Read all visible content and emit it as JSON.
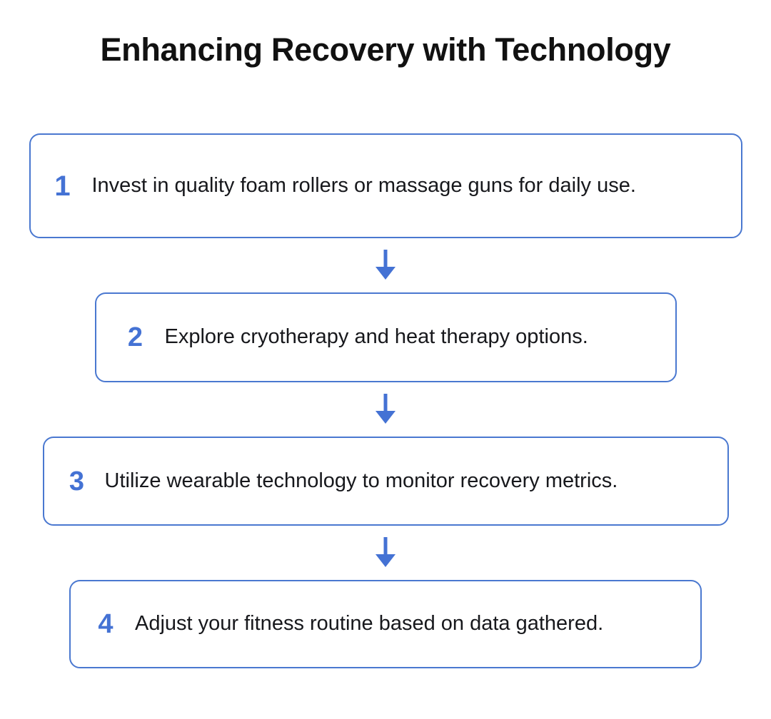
{
  "page": {
    "title": "Enhancing Recovery with Technology",
    "background_color": "#ffffff",
    "title_color": "#111111",
    "accent_color": "#4472d4",
    "border_color": "#4a78d0",
    "body_text_color": "#17181c"
  },
  "flow": {
    "type": "vertical-step-flow",
    "connector_icon": "down-arrow-icon",
    "steps": [
      {
        "number": "1",
        "text": "Invest in quality foam rollers or massage guns for daily use."
      },
      {
        "number": "2",
        "text": "Explore cryotherapy and heat therapy options."
      },
      {
        "number": "3",
        "text": "Utilize wearable technology to monitor recovery metrics."
      },
      {
        "number": "4",
        "text": "Adjust your fitness routine based on data gathered."
      }
    ]
  }
}
